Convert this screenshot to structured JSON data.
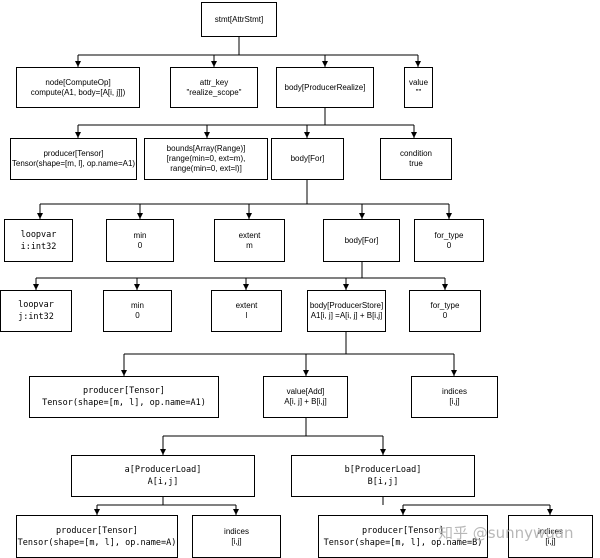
{
  "nodes": {
    "stmt": [
      "stmt[AttrStmt]"
    ],
    "node": [
      "node[ComputeOp]",
      "compute(A1, body=[A[i, j]])"
    ],
    "attr_key": [
      "attr_key",
      "\"realize_scope\""
    ],
    "body_realize": [
      "body[ProducerRealize]"
    ],
    "value_top": [
      "value",
      "\"\""
    ],
    "producer1": [
      "producer[Tensor]",
      "Tensor(shape=[m, l], op.name=A1)"
    ],
    "bounds": [
      "bounds[Array(Range)]",
      "[range(min=0, ext=m),",
      "range(min=0, ext=l)]"
    ],
    "body_for1": [
      "body[For]"
    ],
    "condition": [
      "condition",
      "true"
    ],
    "loopvar1": [
      "loopvar",
      "i:int32"
    ],
    "min1": [
      "min",
      "0"
    ],
    "extent1": [
      "extent",
      "m"
    ],
    "body_for2": [
      "body[For]"
    ],
    "for_type1": [
      "for_type",
      "0"
    ],
    "loopvar2": [
      "loopvar",
      "j:int32"
    ],
    "min2": [
      "min",
      "0"
    ],
    "extent2": [
      "extent",
      "l"
    ],
    "body_store": [
      "body[ProducerStore]",
      "A1[i, j] =A[i, j] + B[i,j]"
    ],
    "for_type2": [
      "for_type",
      "0"
    ],
    "producer2": [
      "producer[Tensor]",
      "Tensor(shape=[m, l], op.name=A1)"
    ],
    "value_add": [
      "value[Add]",
      "A[i, j] + B[i,j]"
    ],
    "indices1": [
      "indices",
      "[i,j]"
    ],
    "a_load": [
      "a[ProducerLoad]",
      "A[i,j]"
    ],
    "b_load": [
      "b[ProducerLoad]",
      "B[i,j]"
    ],
    "producer_a": [
      "producer[Tensor]",
      "Tensor(shape=[m, l], op.name=A)"
    ],
    "indices_a": [
      "indices",
      "[i,j]"
    ],
    "producer_b": [
      "producer[Tensor]",
      "Tensor(shape=[m, l], op.name=B)"
    ],
    "indices_b": [
      "indices",
      "[i,j]"
    ]
  },
  "watermark": "知乎 @sunnywuan"
}
